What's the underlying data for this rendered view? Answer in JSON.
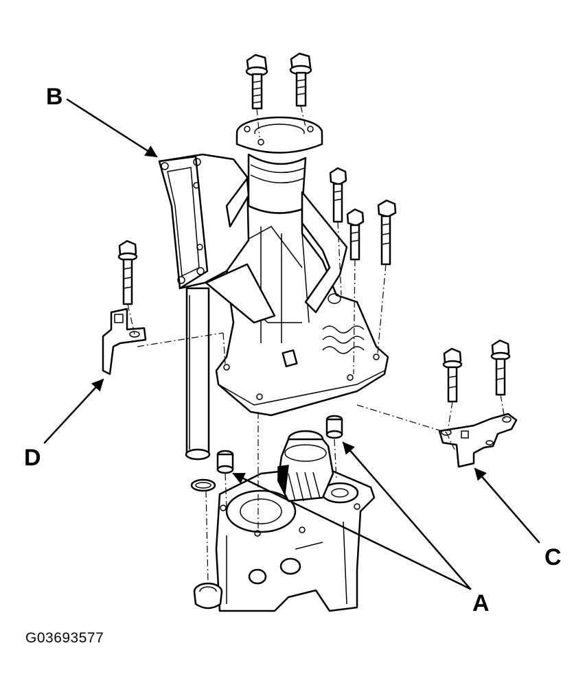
{
  "callouts": {
    "a": "A",
    "b": "B",
    "c": "C",
    "d": "D"
  },
  "figure_id": "G03693577"
}
